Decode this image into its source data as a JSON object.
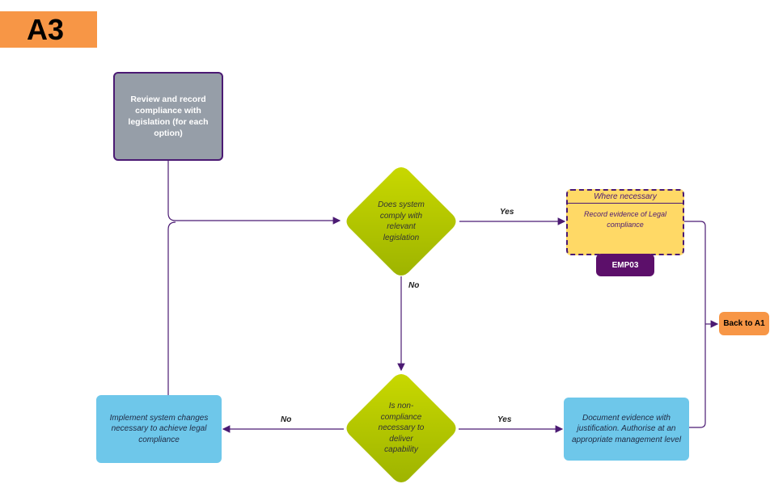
{
  "badge": "A3",
  "start_box": "Review and record compliance with legislation (for each option)",
  "decision1": "Does system comply with relevant legislation",
  "decision2": "Is non-compliance necessary to deliver capability",
  "yellow": {
    "heading": "Where necessary",
    "body": "Record evidence of Legal compliance"
  },
  "emp_tag": "EMP03",
  "back_button": "Back to A1",
  "left_action": "Implement system changes necessary to achieve legal compliance",
  "right_action": "Document evidence with justification. Authorise at an appropriate management level",
  "labels": {
    "d1_yes": "Yes",
    "d1_no": "No",
    "d2_yes": "Yes",
    "d2_no": "No"
  },
  "colors": {
    "badge": "#f79646",
    "start_box": "#969ea8",
    "border_purple": "#4b1a73",
    "diamond_light": "#c2d600",
    "diamond_dark": "#8fa800",
    "yellow": "#ffd966",
    "emp": "#5c0f6a",
    "blue": "#6ec7ea",
    "connector": "#4b1a73"
  }
}
